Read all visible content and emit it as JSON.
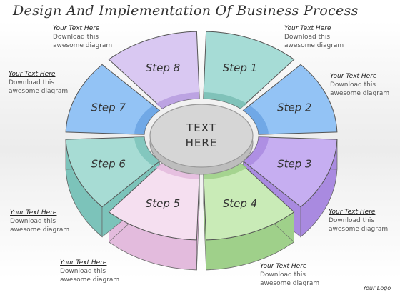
{
  "title": "Design And Implementation Of Business Process",
  "center": {
    "line1": "TEXT",
    "line2": "HERE"
  },
  "steps": [
    {
      "label": "Step 1",
      "color": "#a6dcd6",
      "side": "#79bdb4"
    },
    {
      "label": "Step 2",
      "color": "#93c3f5",
      "side": "#6aa3e3"
    },
    {
      "label": "Step 3",
      "color": "#c6aef1",
      "side": "#a98ae0"
    },
    {
      "label": "Step 4",
      "color": "#c9ebb7",
      "side": "#9fd08a"
    },
    {
      "label": "Step 5",
      "color": "#f5dff0",
      "side": "#e3bbdd"
    },
    {
      "label": "Step 6",
      "color": "#a7dcd4",
      "side": "#7cc3ba"
    },
    {
      "label": "Step 7",
      "color": "#93c3f5",
      "side": "#6aa3e3"
    },
    {
      "label": "Step 8",
      "color": "#d9c8f2",
      "side": "#b69cdf"
    }
  ],
  "notes": [
    {
      "heading": "Your Text Here",
      "line1": "Download this",
      "line2": "awesome diagram"
    },
    {
      "heading": "Your Text Here",
      "line1": "Download this",
      "line2": "awesome diagram"
    },
    {
      "heading": "Your Text Here",
      "line1": "Download this",
      "line2": "awesome diagram"
    },
    {
      "heading": "Your Text Here",
      "line1": "Download this",
      "line2": "awesome diagram"
    },
    {
      "heading": "Your Text Here",
      "line1": "Download this",
      "line2": "awesome diagram"
    },
    {
      "heading": "Your Text Here",
      "line1": "Download this",
      "line2": "awesome diagram"
    },
    {
      "heading": "Your Text Here",
      "line1": "Download this",
      "line2": "awesome diagram"
    },
    {
      "heading": "Your Text Here",
      "line1": "Download this",
      "line2": "awesome diagram"
    }
  ],
  "logo": "Your Logo"
}
